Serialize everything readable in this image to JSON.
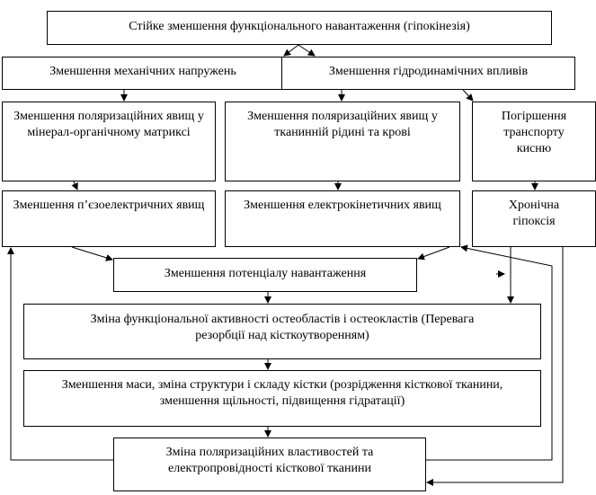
{
  "diagram": {
    "top": "Стійке зменшення функціонального навантаження (гіпокінезія)",
    "mech": "Зменшення механічних напружень",
    "hydro": "Зменшення гідродинамічних впливів",
    "pol_min": "Зменшення поляризаційних явищ у мінерал-органічному матриксі",
    "pol_fluid": "Зменшення поляризаційних явищ у тканинній рідині та крові",
    "transport": "Погіршення транспорту кисню",
    "piezo": "Зменшення п’єзоелектричних явищ",
    "electrokin": "Зменшення електрокінетичних явищ",
    "hypoxia": "Хронічна гіпоксія",
    "potential": "Зменшення потенціалу навантаження",
    "osteo": "Зміна функціональної активності остеобластів і остеокластів (Перевага резорбції над кісткоутворенням)",
    "mass": "Зменшення маси, зміна структури і складу кістки (розрідження кісткової тканини, зменшення щільності, підвищення гідратації)",
    "final": "Зміна поляризаційних властивостей та електропровідності кісткової тканини"
  }
}
